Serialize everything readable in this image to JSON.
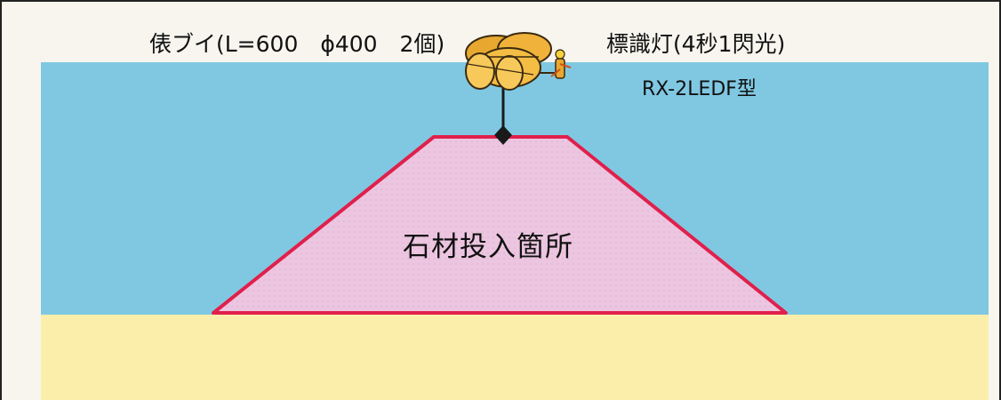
{
  "labels": {
    "buoy": "俵ブイ(L=600　ϕ400　2個)",
    "light": "標識灯(4秒1閃光)",
    "light_model": "RX-2LEDF型",
    "stone_area": "石材投入箇所"
  },
  "colors": {
    "sea": "#80c8e2",
    "seabed": "#fbeeab",
    "mound_fill": "#ecc6e0",
    "mound_outline": "#e0204c",
    "buoy_body": "#f0b23a",
    "frame": "#222222"
  }
}
